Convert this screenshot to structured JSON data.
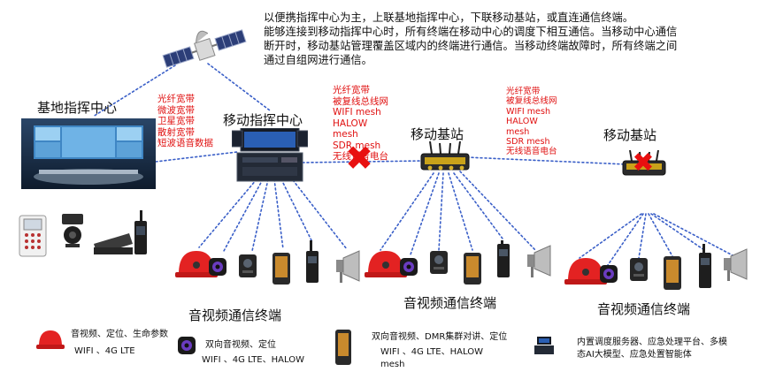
{
  "description": [
    "以便携指挥中心为主，上联基地指挥中心，下联移动基站，或直连通信终端。",
    "能够连接到移动指挥中心时，所有终端在移动中心的调度下相互通信。当移动中心通信",
    "断开时，移动基站管理覆盖区域内的终端进行通信。当移动终端故障时，所有终端之间",
    "通过自组网进行通信。"
  ],
  "nodes": {
    "base_center": "基地指挥中心",
    "mobile_center": "移动指挥中心",
    "station_1": "移动基站",
    "station_2": "移动基站"
  },
  "links": {
    "base_to_center": [
      "光纤宽带",
      "微波宽带",
      "卫星宽带",
      "散射宽带",
      "短波语音数据"
    ],
    "center_to_station": [
      "光纤宽带",
      "被复线总线网",
      "WIFI mesh",
      "HALOW",
      "mesh",
      "SDR mesh",
      "无线语音电台"
    ],
    "station_to_station": [
      "光纤宽带",
      "被复线总线网",
      "WIFI mesh",
      "HALOW",
      "mesh",
      "SDR mesh",
      "无线语音电台"
    ]
  },
  "groups": {
    "group_1": "音视频通信终端",
    "group_2": "音视频通信终端",
    "group_3": "音视频通信终端"
  },
  "legend": {
    "helmet": {
      "title": "音视频、定位、生命参数",
      "sub": "WIFI 、4G LTE"
    },
    "camera": {
      "title": "双向音视频、定位",
      "sub": "WIFI 、4G LTE、HALOW"
    },
    "phone": {
      "title": "双向音视频、DMR集群对讲、定位",
      "sub1": "WIFI 、4G LTE、HALOW",
      "sub2": "mesh"
    },
    "case": {
      "title1": "内置调度服务器、应急处理平台、多模",
      "title2": "态AI大模型、应急处置智能体"
    }
  },
  "colors": {
    "link_line": "#3a5fc8",
    "tech_text": "#e01010",
    "fail_mark": "#e81010",
    "helmet": "#e32222"
  }
}
